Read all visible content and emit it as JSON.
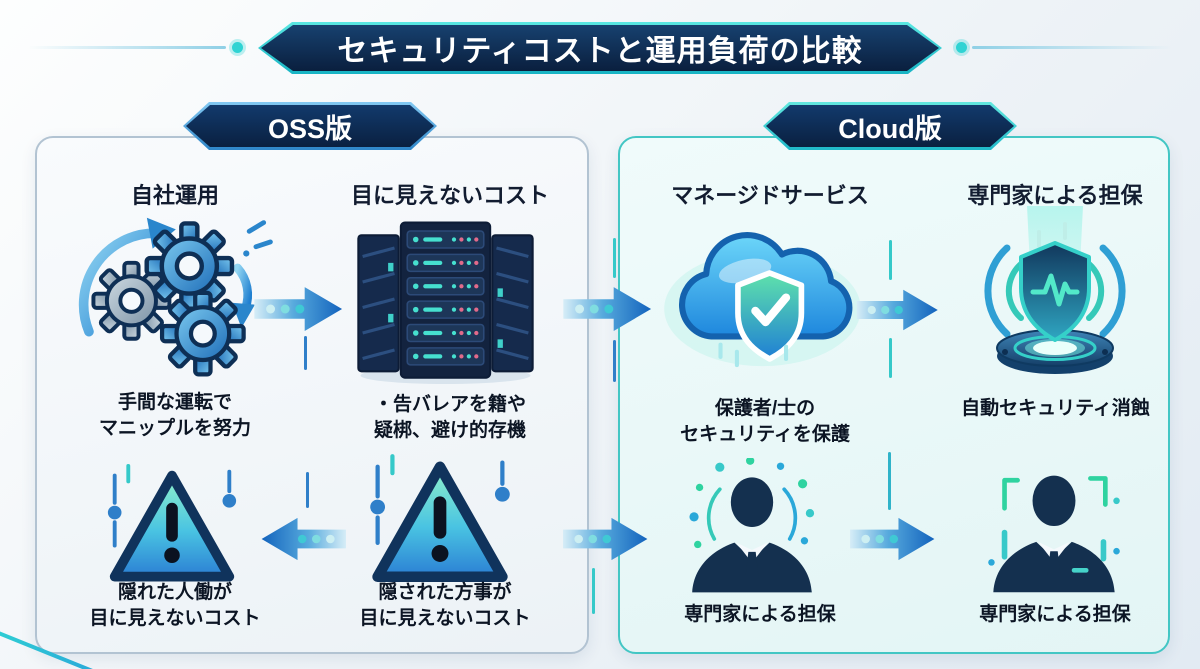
{
  "title": {
    "text": "セキュリティコストと運用負荷の比較"
  },
  "colors": {
    "accent_teal": "#2fd3d3",
    "navy": "#0d2a52",
    "arrow_blue": "#1363bd",
    "oss_border": "#b2c3d2",
    "cloud_border": "#43c6c4",
    "warning_gradient_top": "#90f2cb",
    "warning_gradient_bottom": "#2b7fd4"
  },
  "oss": {
    "badge": "OSS版",
    "cells": {
      "self_hosting": {
        "heading": "自社運用",
        "icon": "gears-icon",
        "caption": [
          "手間な運転で",
          "マニップルを努力"
        ]
      },
      "hidden_cost": {
        "heading": "目に見えないコスト",
        "icon": "server-rack-icon",
        "caption": [
          "・告バレアを籍や",
          "疑梆、避け的存機"
        ]
      },
      "warning_left": {
        "icon": "warning-triangle-icon",
        "caption": [
          "隠れた人働が",
          "目に見えないコスト"
        ]
      },
      "warning_right": {
        "icon": "warning-triangle-icon",
        "caption": [
          "隠された方事が",
          "目に見えないコスト"
        ]
      }
    }
  },
  "cloud": {
    "badge": "Cloud版",
    "cells": {
      "managed_service": {
        "heading": "マネージドサービス",
        "icon": "cloud-shield-icon",
        "caption": [
          "保護者/士の",
          "セキュリティを保護"
        ]
      },
      "auto_security": {
        "heading": "専門家による担保",
        "icon": "shield-pulse-pedestal-icon",
        "caption": [
          "自動セキュリティ消蝕"
        ]
      },
      "expert_left": {
        "icon": "expert-person-ring-icon",
        "caption": [
          "専門家による担保"
        ]
      },
      "expert_right": {
        "icon": "expert-person-data-icon",
        "caption": [
          "専門家による担保"
        ]
      }
    }
  }
}
